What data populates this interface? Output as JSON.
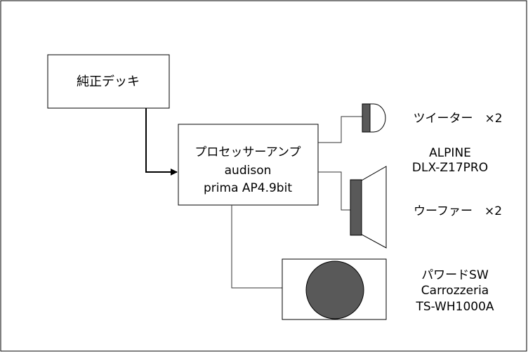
{
  "diagram": {
    "source": {
      "label": "純正デッキ"
    },
    "processor": {
      "lines": [
        "プロセッサーアンプ",
        "audison",
        "prima AP4.9bit"
      ]
    },
    "tweeter": {
      "label": "ツイーター　×2"
    },
    "front_model": {
      "lines": [
        "ALPINE",
        "DLX-Z17PRO"
      ]
    },
    "woofer": {
      "label": "ウーファー　×2"
    },
    "subwoofer": {
      "lines": [
        "パワードSW",
        "Carrozzeria",
        "TS-WH1000A"
      ]
    }
  },
  "colors": {
    "line": "#000000",
    "connector": "#333333",
    "speaker_fill": "#595959",
    "background": "#ffffff"
  }
}
